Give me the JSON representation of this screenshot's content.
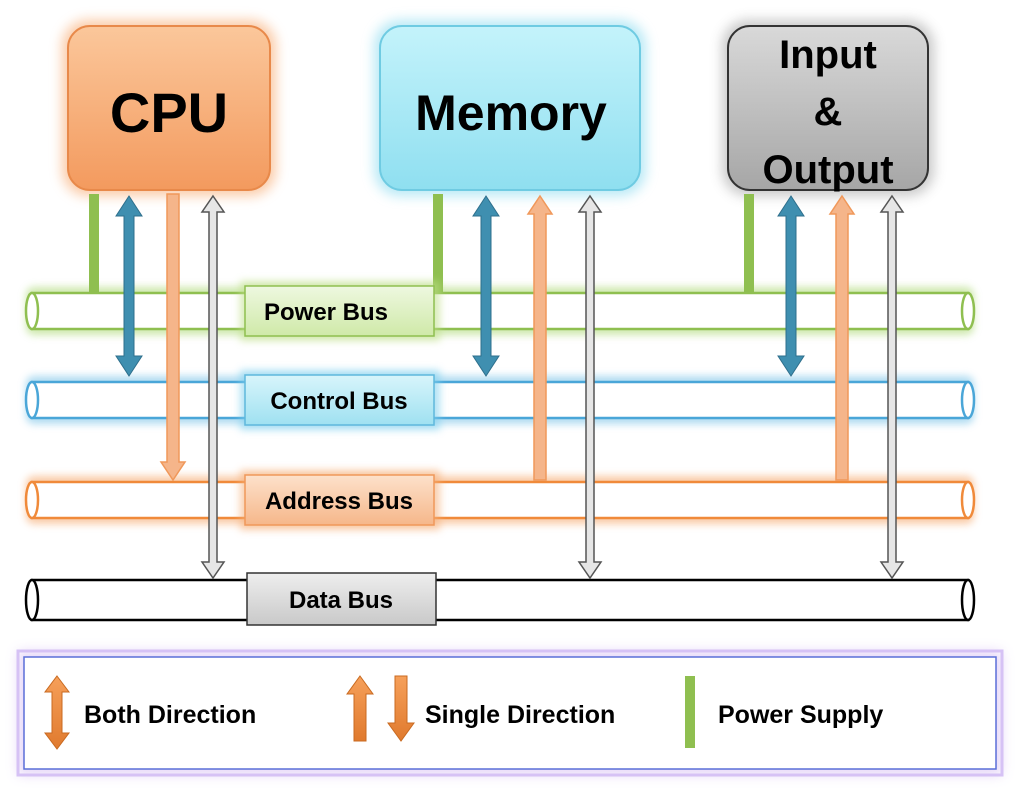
{
  "units": {
    "cpu": {
      "label": "CPU"
    },
    "memory": {
      "label": "Memory"
    },
    "io": {
      "line1": "Input",
      "line2": "&",
      "line3": "Output"
    }
  },
  "buses": {
    "power": {
      "label": "Power Bus"
    },
    "control": {
      "label": "Control Bus"
    },
    "address": {
      "label": "Address Bus"
    },
    "data": {
      "label": "Data Bus"
    }
  },
  "legend": {
    "both": {
      "label": "Both Direction"
    },
    "single": {
      "label": "Single Direction"
    },
    "power": {
      "label": "Power Supply"
    }
  },
  "colors": {
    "cpu": "#f7b27d",
    "memory": "#a8ecf8",
    "io": "#bfbfbf",
    "power": "#8fbf50",
    "control": "#3f8fb0",
    "address": "#f0a060",
    "data": "#999999",
    "legend_border": "#b08ae0"
  }
}
